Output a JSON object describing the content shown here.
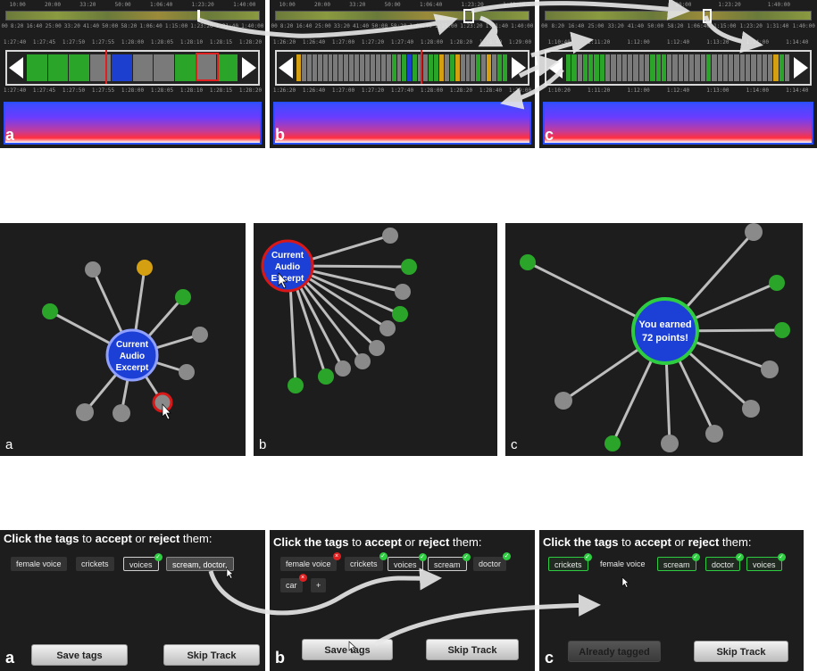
{
  "top_row": {
    "panels": [
      {
        "letter": "a",
        "ruler_top": [
          "10:00",
          "20:00",
          "33:20",
          "50:00",
          "1:06:40",
          "1:23:20",
          "1:40:00"
        ],
        "ruler_mid": [
          "00",
          "8:20",
          "16:40",
          "25:00",
          "33:20",
          "41:40",
          "50:00",
          "58:20",
          "1:06:40",
          "1:15:00",
          "1:23:20",
          "1:31:40",
          "1:40:00"
        ],
        "ruler_upper": [
          "1:27:40",
          "1:27:45",
          "1:27:50",
          "1:27:55",
          "1:28:00",
          "1:28:05",
          "1:28:10",
          "1:28:15",
          "1:28:20"
        ],
        "ruler_lower": [
          "1:27:40",
          "1:27:45",
          "1:27:50",
          "1:27:55",
          "1:28:00",
          "1:28:05",
          "1:28:10",
          "1:28:15",
          "1:28:20"
        ],
        "segments": [
          "#2aa52a",
          "#2aa52a",
          "#2aa52a",
          "#7a7a7a",
          "#1d3fd0",
          "#7a7a7a",
          "#7a7a7a",
          "#2aa52a",
          "#7a7a7a",
          "#2aa52a"
        ]
      },
      {
        "letter": "b",
        "ruler_top": [
          "10:00",
          "20:00",
          "33:20",
          "50:00",
          "1:06:40",
          "1:23:20",
          "1:40:00"
        ],
        "ruler_mid": [
          "00",
          "8:20",
          "16:40",
          "25:00",
          "33:20",
          "41:40",
          "50:00",
          "58:20",
          "1:06:40",
          "1:15:00",
          "1:23:20",
          "1:31:40",
          "1:40:00"
        ],
        "ruler_upper": [
          "1:26:20",
          "1:26:40",
          "1:27:00",
          "1:27:20",
          "1:27:40",
          "1:28:00",
          "1:28:20",
          "1:28:40",
          "1:29:00"
        ],
        "ruler_lower": [
          "1:26:20",
          "1:26:40",
          "1:27:00",
          "1:27:20",
          "1:27:40",
          "1:28:00",
          "1:28:20",
          "1:28:40",
          "1:29:00"
        ],
        "segments": [
          "#d4a012",
          "#7a7a7a",
          "#7a7a7a",
          "#7a7a7a",
          "#7a7a7a",
          "#7a7a7a",
          "#7a7a7a",
          "#7a7a7a",
          "#7a7a7a",
          "#7a7a7a",
          "#7a7a7a",
          "#7a7a7a",
          "#7a7a7a",
          "#7a7a7a",
          "#7a7a7a",
          "#7a7a7a",
          "#7a7a7a",
          "#7a7a7a",
          "#2aa52a",
          "#7a7a7a",
          "#2aa52a",
          "#1d3fd0",
          "#2aa52a",
          "#7a7a7a",
          "#7a7a7a",
          "#2aa52a",
          "#2aa52a",
          "#d4a012",
          "#7a7a7a",
          "#2aa52a",
          "#d4a012",
          "#7a7a7a",
          "#7a7a7a",
          "#7a7a7a",
          "#2aa52a",
          "#7a7a7a",
          "#d4a012",
          "#7a7a7a",
          "#2aa52a",
          "#2aa52a"
        ]
      },
      {
        "letter": "c",
        "ruler_top": [
          "20:00",
          "1:23:20",
          "1:40:00"
        ],
        "ruler_mid": [
          "00",
          "8:20",
          "16:40",
          "25:00",
          "33:20",
          "41:40",
          "50:00",
          "58:20",
          "1:06:40",
          "1:15:00",
          "1:23:20",
          "1:31:40",
          "1:40:00"
        ],
        "ruler_upper": [
          "1:10:40",
          "1:11:20",
          "1:12:00",
          "1:12:40",
          "1:13:20",
          "1:14:00",
          "1:14:40"
        ],
        "ruler_lower": [
          "1:10:20",
          "1:11:20",
          "1:12:00",
          "1:12:40",
          "1:13:00",
          "1:14:00",
          "1:14:40"
        ],
        "segments": [
          "#2aa52a",
          "#2aa52a",
          "#7a7a7a",
          "#2aa52a",
          "#2aa52a",
          "#2aa52a",
          "#2aa52a",
          "#7a7a7a",
          "#7a7a7a",
          "#7a7a7a",
          "#7a7a7a",
          "#7a7a7a",
          "#7a7a7a",
          "#7a7a7a",
          "#7a7a7a",
          "#2aa52a",
          "#2aa52a",
          "#2aa52a",
          "#7a7a7a",
          "#7a7a7a",
          "#7a7a7a",
          "#7a7a7a",
          "#7a7a7a",
          "#7a7a7a",
          "#7a7a7a",
          "#2aa52a",
          "#7a7a7a",
          "#7a7a7a",
          "#7a7a7a",
          "#7a7a7a",
          "#7a7a7a",
          "#7a7a7a",
          "#7a7a7a",
          "#7a7a7a",
          "#7a7a7a",
          "#7a7a7a",
          "#7a7a7a",
          "#d4a012",
          "#2aa52a",
          "#7a7a7a"
        ]
      }
    ]
  },
  "middle_row": {
    "panels": [
      {
        "letter": "a",
        "center_lines": [
          "Current",
          "Audio",
          "Excerpt"
        ]
      },
      {
        "letter": "b",
        "center_lines": [
          "Current",
          "Audio",
          "Excerpt"
        ]
      },
      {
        "letter": "c",
        "center_lines": [
          "You earned",
          "72 points!"
        ]
      }
    ],
    "colors": {
      "node_gray": "#8a8a8a",
      "node_green": "#2aa52a",
      "node_yellow": "#d4a012",
      "center_blue": "#1c3fd6",
      "ring_red": "#d81818",
      "ring_green": "#2ecc40"
    }
  },
  "bottom_row": {
    "title_parts": {
      "p1": "Click the tags",
      "p2": " to ",
      "p3": "accept",
      "p4": " or ",
      "p5": "reject",
      "p6": " them:"
    },
    "panels": [
      {
        "letter": "a",
        "tags": [
          "female voice",
          "crickets",
          "voices",
          "scream, doctor,"
        ],
        "save_label": "Save tags",
        "skip_label": "Skip Track"
      },
      {
        "letter": "b",
        "tags": [
          "female voice",
          "crickets",
          "voices",
          "scream",
          "doctor",
          "car",
          "+"
        ],
        "save_label": "Save tags",
        "skip_label": "Skip Track"
      },
      {
        "letter": "c",
        "tags": [
          "crickets",
          "female voice",
          "scream",
          "doctor",
          "voices"
        ],
        "save_label": "Already tagged",
        "skip_label": "Skip Track"
      }
    ]
  }
}
